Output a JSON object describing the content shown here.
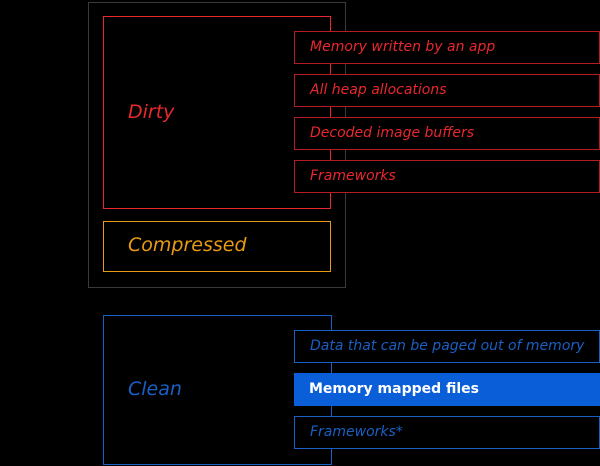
{
  "dirty": {
    "label": "Dirty",
    "items": [
      "Memory written by an app",
      "All heap allocations",
      "Decoded image buffers",
      "Frameworks"
    ]
  },
  "compressed": {
    "label": "Compressed"
  },
  "clean": {
    "label": "Clean",
    "items": [
      "Data that can be paged out of memory",
      "Memory mapped files",
      "Frameworks*"
    ],
    "highlighted_index": 1
  },
  "colors": {
    "dirty": "#e8282c",
    "compressed": "#e89a12",
    "clean": "#1a5fc4",
    "highlight": "#0a5ed7"
  }
}
